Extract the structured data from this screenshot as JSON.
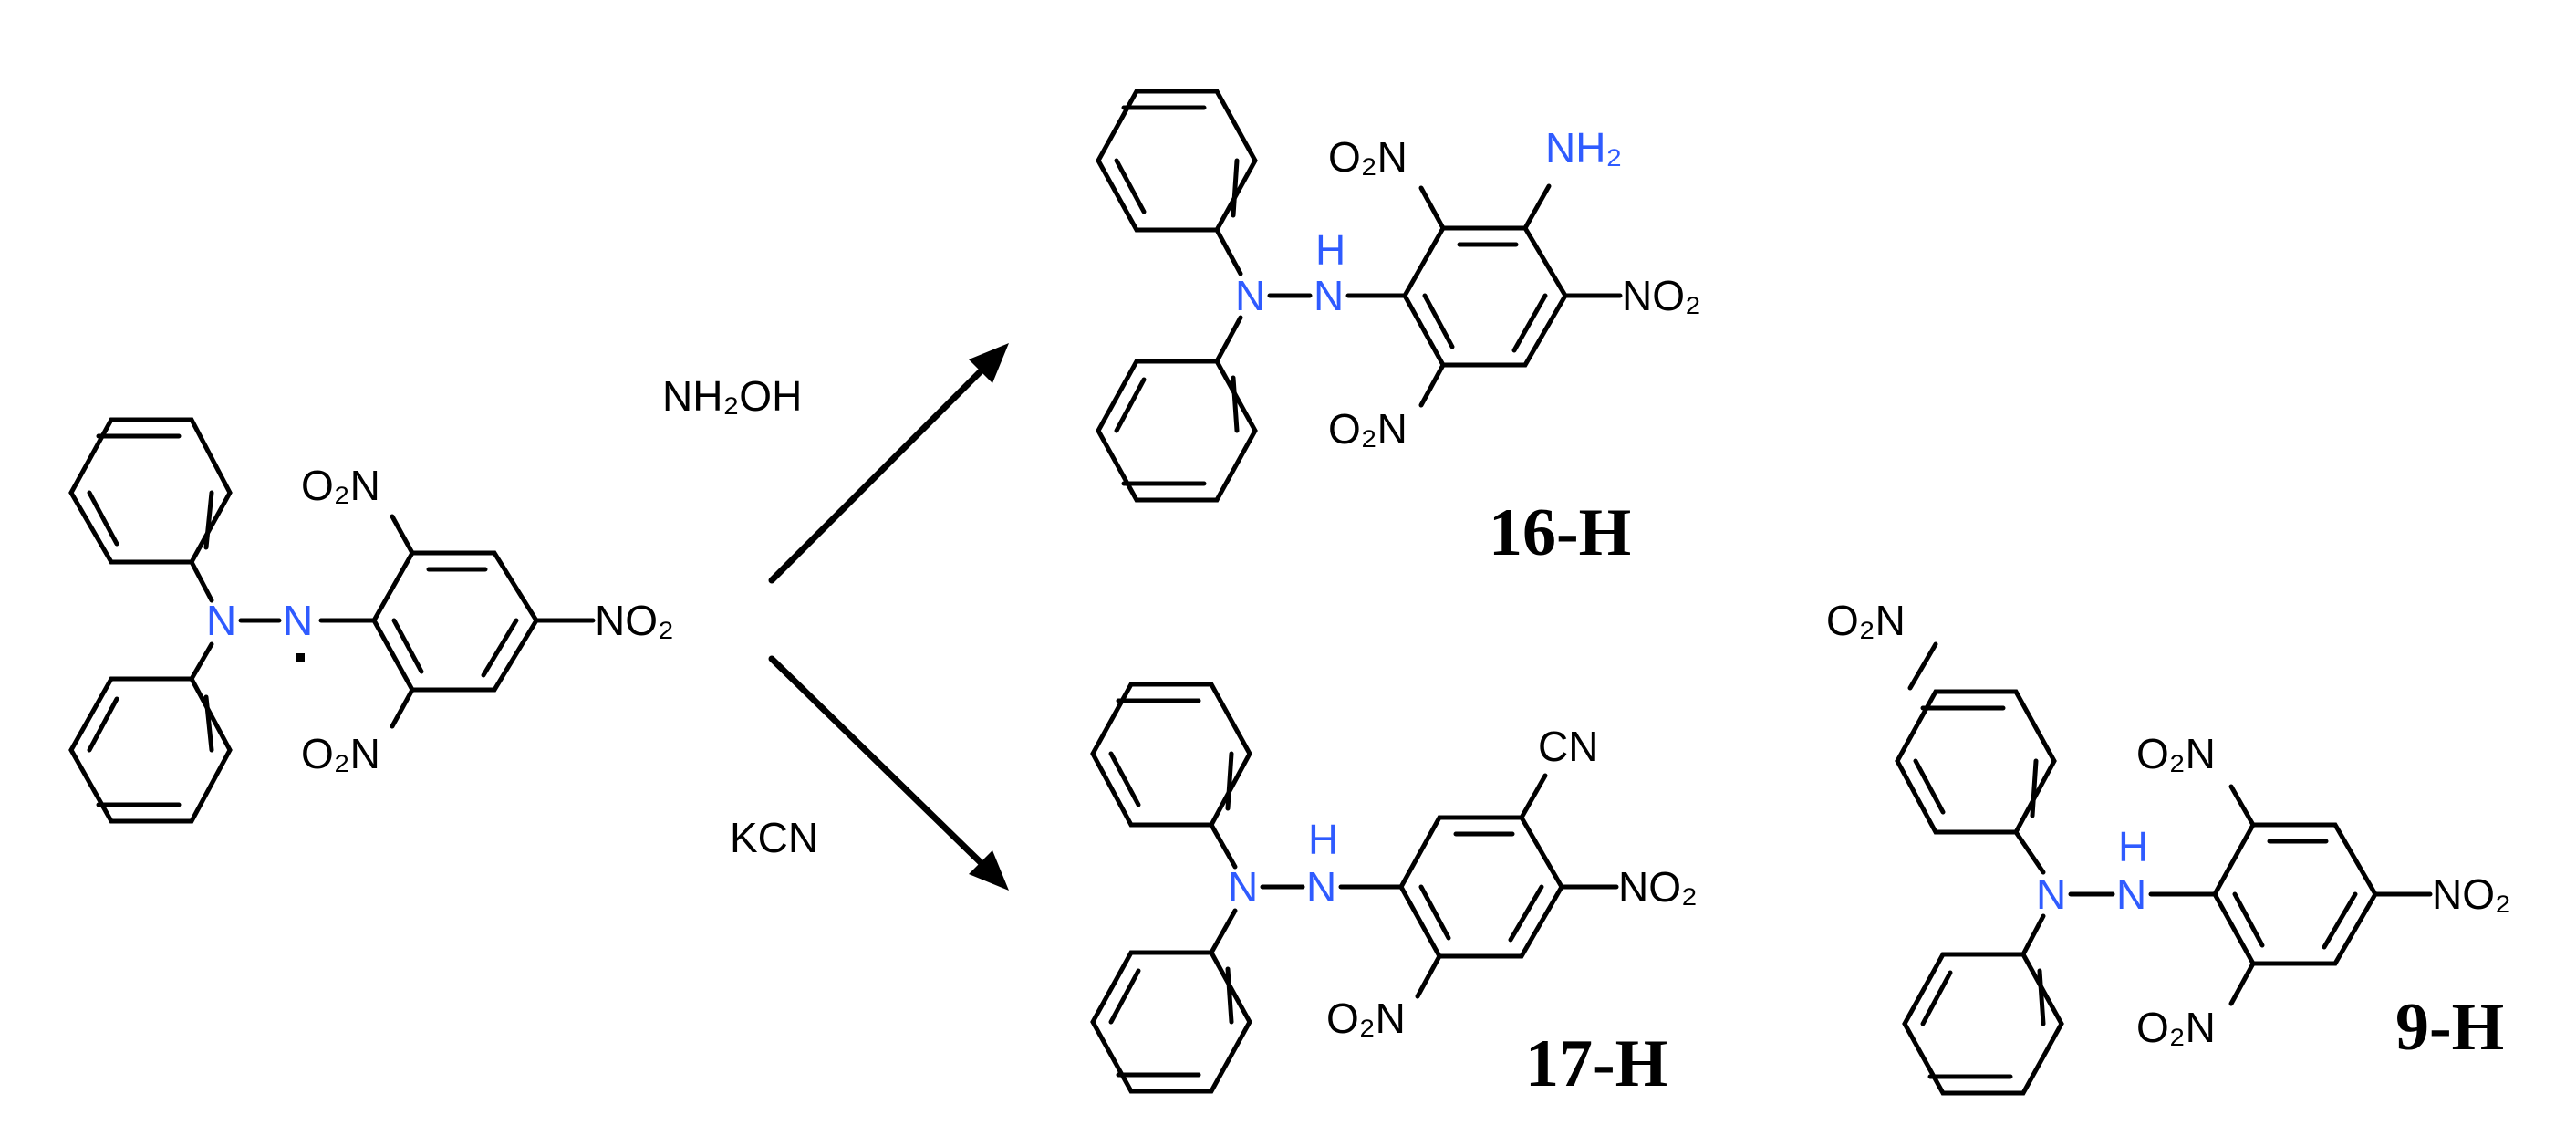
{
  "colors": {
    "bond": "#000000",
    "heteroatom_blue": "#2f5bff",
    "text": "#000000"
  },
  "reagents": {
    "top": "NH₂OH",
    "bottom": "KCN"
  },
  "labels": {
    "reactant": {
      "n_left": "N",
      "n_right": "N",
      "radical_dot": "·",
      "no2_ortho_top": "O₂N",
      "no2_ortho_bottom": "O₂N",
      "no2_para": "NO₂"
    },
    "p16": {
      "n_left": "N",
      "nh_n": "N",
      "nh_h": "H",
      "no2_top": "O₂N",
      "nh2": "NH₂",
      "no2_right": "NO₂",
      "no2_bottom": "O₂N",
      "name": "16-H"
    },
    "p17": {
      "n_left": "N",
      "nh_n": "N",
      "nh_h": "H",
      "cn": "CN",
      "no2_right": "NO₂",
      "no2_bottom": "O₂N",
      "name": "17-H"
    },
    "p9": {
      "no2_phenyl": "O₂N",
      "n_left": "N",
      "nh_n": "N",
      "nh_h": "H",
      "no2_top": "O₂N",
      "no2_right": "NO₂",
      "no2_bottom": "O₂N",
      "name": "9-H"
    }
  }
}
